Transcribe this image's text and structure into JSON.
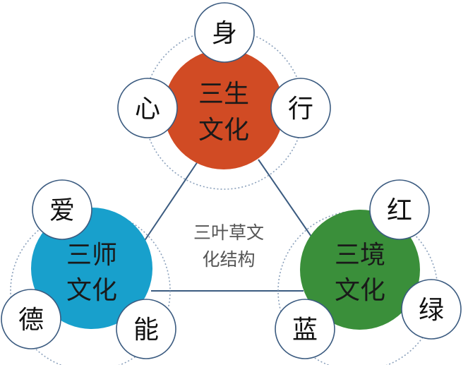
{
  "center": {
    "line1": "三叶草文",
    "line2": "化结构"
  },
  "clusters": [
    {
      "line1": "三生",
      "line2": "文化",
      "color": "#d14b24",
      "satellites": [
        "身",
        "心",
        "行"
      ]
    },
    {
      "line1": "三师",
      "line2": "文化",
      "color": "#18a0cc",
      "satellites": [
        "爱",
        "德",
        "能"
      ]
    },
    {
      "line1": "三境",
      "line2": "文化",
      "color": "#3a8f3a",
      "satellites": [
        "红",
        "绿",
        "蓝"
      ]
    }
  ],
  "colors": {
    "connector": "#3b5b80",
    "satellite_border": "#3b5b80",
    "orbit": "#8aa0bb"
  }
}
